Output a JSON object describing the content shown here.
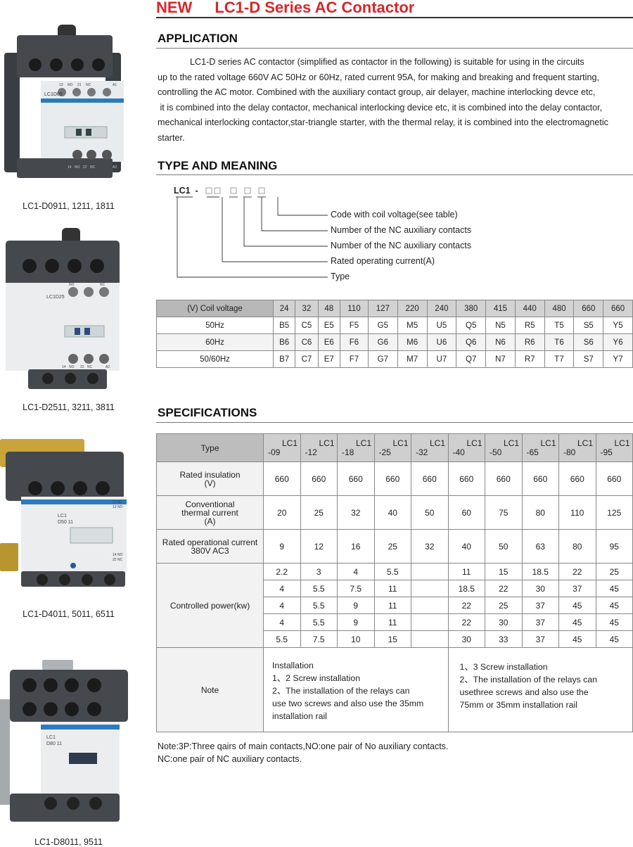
{
  "title": {
    "new": "NEW",
    "main": "LC1-D Series AC Contactor"
  },
  "products": [
    {
      "caption": "LC1-D0911, 1211, 1811",
      "label": "LC1D09",
      "terms_top": [
        "13",
        "NO",
        "21",
        "NC",
        "A1"
      ],
      "terms_bot": [
        "14",
        "NO",
        "22",
        "NC",
        "A2"
      ]
    },
    {
      "caption": "LC1-D2511, 3211, 3811",
      "label": "LC1D25",
      "terms_top": [
        "NO",
        "NC"
      ],
      "terms_bot": [
        "14",
        "NO",
        "22",
        "NC",
        "A2"
      ]
    },
    {
      "caption": "LC1-D4011, 5011, 6511",
      "label": "LC1",
      "label2": "D50 11",
      "terms_top": [
        "21 NC",
        "13 NO"
      ],
      "terms_bot": [
        "14 NO",
        "22 NC"
      ]
    },
    {
      "caption": "LC1-D8011, 9511",
      "label": "LC1",
      "label2": "D80 11",
      "terms_top": [],
      "terms_bot": []
    }
  ],
  "application": {
    "heading": "APPLICATION",
    "lines": [
      "LC1-D series AC contactor (simplified as contactor in the following) is suitable for using in the circuits",
      "up to the rated voltage 660V AC 50Hz or 60Hz, rated current 95A, for making and breaking and frequent starting,",
      "controlling the AC motor. Combined with the auxiliary contact group, air delayer, machine interlocking devce etc,",
      " it is combined into the delay contactor, mechanical interlocking device etc, it is combined into the delay contactor,",
      "mechanical interlocking contactor,star-triangle starter, with the thermal relay, it is combined into the electromagnetic",
      "starter."
    ]
  },
  "type_meaning": {
    "heading": "TYPE AND MEANING",
    "code_prefix": "LC1  -",
    "labels": [
      "Code with coil voltage(see table)",
      "Number of the NC auxiliary contacts",
      "Number of the NC auxiliary contacts",
      "Rated operating current(A)",
      "Type"
    ]
  },
  "coil_table": {
    "header": "(V) Coil voltage",
    "voltages": [
      "24",
      "32",
      "48",
      "110",
      "127",
      "220",
      "240",
      "380",
      "415",
      "440",
      "480",
      "660",
      "660"
    ],
    "rows": [
      {
        "label": "50Hz",
        "codes": [
          "B5",
          "C5",
          "E5",
          "F5",
          "G5",
          "M5",
          "U5",
          "Q5",
          "N5",
          "R5",
          "T5",
          "S5",
          "Y5"
        ]
      },
      {
        "label": "60Hz",
        "codes": [
          "B6",
          "C6",
          "E6",
          "F6",
          "G6",
          "M6",
          "U6",
          "Q6",
          "N6",
          "R6",
          "T6",
          "S6",
          "Y6"
        ]
      },
      {
        "label": "50/60Hz",
        "codes": [
          "B7",
          "C7",
          "E7",
          "F7",
          "G7",
          "M7",
          "U7",
          "Q7",
          "N7",
          "R7",
          "T7",
          "S7",
          "Y7"
        ]
      }
    ]
  },
  "specifications": {
    "heading": "SPECIFICATIONS",
    "type_label": "Type",
    "types": [
      [
        "LC1",
        "-09"
      ],
      [
        "LC1",
        "-12"
      ],
      [
        "LC1",
        "-18"
      ],
      [
        "LC1",
        "-25"
      ],
      [
        "LC1",
        "-32"
      ],
      [
        "LC1",
        "-40"
      ],
      [
        "LC1",
        "-50"
      ],
      [
        "LC1",
        "-65"
      ],
      [
        "LC1",
        "-80"
      ],
      [
        "LC1",
        "-95"
      ]
    ],
    "insulation": {
      "label1": "Rated insulation",
      "label2": "(V)",
      "values": [
        "660",
        "660",
        "660",
        "660",
        "660",
        "660",
        "660",
        "660",
        "660",
        "660"
      ]
    },
    "thermal": {
      "label1": "Conventional",
      "label2": "thermal current",
      "label3": "(A)",
      "values": [
        "20",
        "25",
        "32",
        "40",
        "50",
        "60",
        "75",
        "80",
        "110",
        "125"
      ]
    },
    "operational": {
      "label1": "Rated operational current",
      "label2": "380V AC3",
      "values": [
        "9",
        "12",
        "16",
        "25",
        "32",
        "40",
        "50",
        "63",
        "80",
        "95"
      ]
    },
    "power": {
      "label": "Controlled power(kw)",
      "rows": [
        [
          "2.2",
          "3",
          "4",
          "5.5",
          "",
          "11",
          "15",
          "18.5",
          "22",
          "25"
        ],
        [
          "4",
          "5.5",
          "7.5",
          "11",
          "",
          "18.5",
          "22",
          "30",
          "37",
          "45"
        ],
        [
          "4",
          "5.5",
          "9",
          "11",
          "",
          "22",
          "25",
          "37",
          "45",
          "45"
        ],
        [
          "4",
          "5.5",
          "9",
          "11",
          "",
          "22",
          "30",
          "37",
          "45",
          "45"
        ],
        [
          "5.5",
          "7.5",
          "10",
          "15",
          "",
          "30",
          "33",
          "37",
          "45",
          "45"
        ]
      ]
    },
    "note": {
      "label": "Note",
      "left": [
        "Installation",
        "1、2 Screw installation",
        "2、The installation of the relays can",
        "use two screws and also use the 35mm",
        "installation rail"
      ],
      "right": [
        "1、3 Screw installation",
        "2、The installation of the relays can",
        "usethree screws and also use the",
        "75mm or 35mm installation rail"
      ]
    }
  },
  "footnote": [
    "Note:3P:Three qairs of main contacts,NO:one pair of No auxiliary contacts.",
    "NC:one pair of NC auxiliary contacts."
  ]
}
